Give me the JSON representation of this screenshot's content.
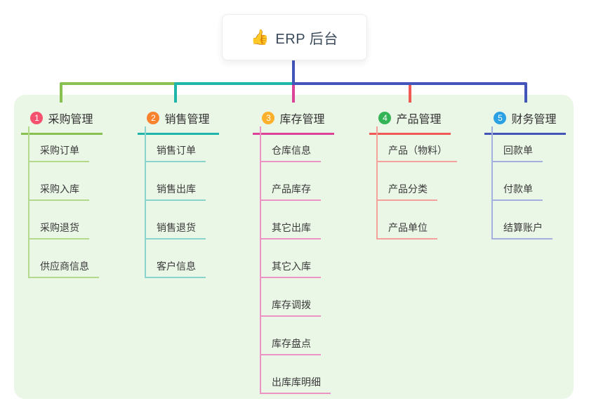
{
  "root": {
    "icon": "👍",
    "title": "ERP 后台",
    "line_color": "#4355b9"
  },
  "branches": [
    {
      "num": "1",
      "label": "采购管理",
      "badge_color": "#f4526e",
      "line_color": "#88c14f",
      "child_line_color": "#b5d98c",
      "children": [
        "采购订单",
        "采购入库",
        "采购退货",
        "供应商信息"
      ]
    },
    {
      "num": "2",
      "label": "销售管理",
      "badge_color": "#f9822d",
      "line_color": "#20b5ab",
      "child_line_color": "#8ad4cd",
      "children": [
        "销售订单",
        "销售出库",
        "销售退货",
        "客户信息"
      ]
    },
    {
      "num": "3",
      "label": "库存管理",
      "badge_color": "#fdb02c",
      "line_color": "#da4397",
      "child_line_color": "#ec93c5",
      "children": [
        "仓库信息",
        "产品库存",
        "其它出库",
        "其它入库",
        "库存调拨",
        "库存盘点",
        "出库库明细"
      ]
    },
    {
      "num": "4",
      "label": "产品管理",
      "badge_color": "#33b457",
      "line_color": "#f05a54",
      "child_line_color": "#f6a29c",
      "children": [
        "产品（物料）",
        "产品分类",
        "产品单位"
      ]
    },
    {
      "num": "5",
      "label": "财务管理",
      "badge_color": "#2aa0e5",
      "line_color": "#4355b9",
      "child_line_color": "#a3b1dc",
      "children": [
        "回款单",
        "付款单",
        "结算账户"
      ]
    }
  ]
}
